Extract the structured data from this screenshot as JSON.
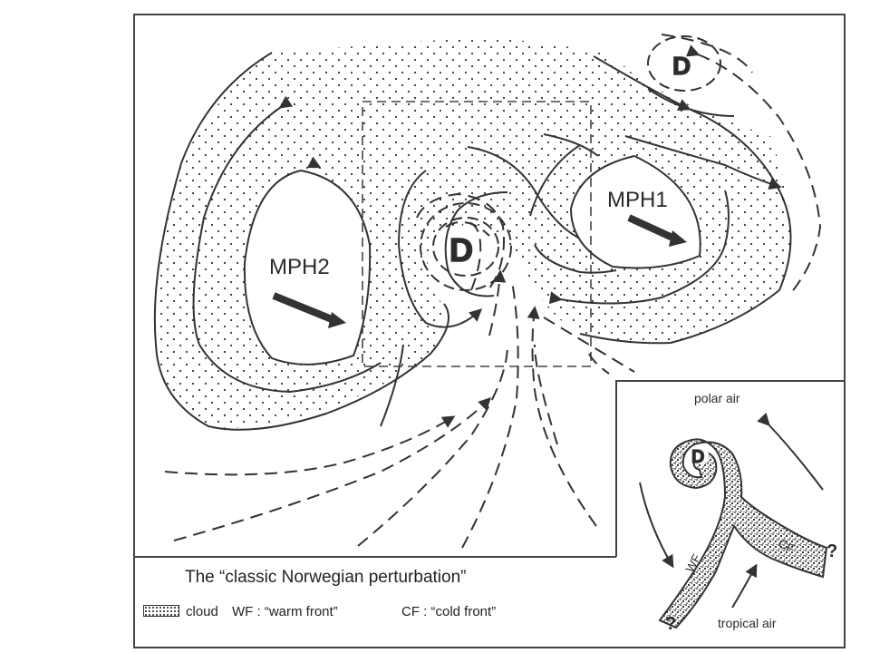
{
  "diagram": {
    "lows": [
      {
        "id": "main",
        "label": "D"
      },
      {
        "id": "top-right",
        "label": "D"
      },
      {
        "id": "inset",
        "label": "D"
      }
    ],
    "highs": [
      {
        "id": "mph1",
        "label": "MPH1"
      },
      {
        "id": "mph2",
        "label": "MPH2"
      }
    ]
  },
  "inset": {
    "polar_air": "polar air",
    "tropical_air": "tropical air",
    "wf": "WF",
    "cf": "CF",
    "question_mark": "?"
  },
  "caption": {
    "title": "The “classic Norwegian perturbation”",
    "legend_cloud": "cloud",
    "legend_wf": "WF : “warm front”",
    "legend_cf": "CF : “cold front”"
  }
}
